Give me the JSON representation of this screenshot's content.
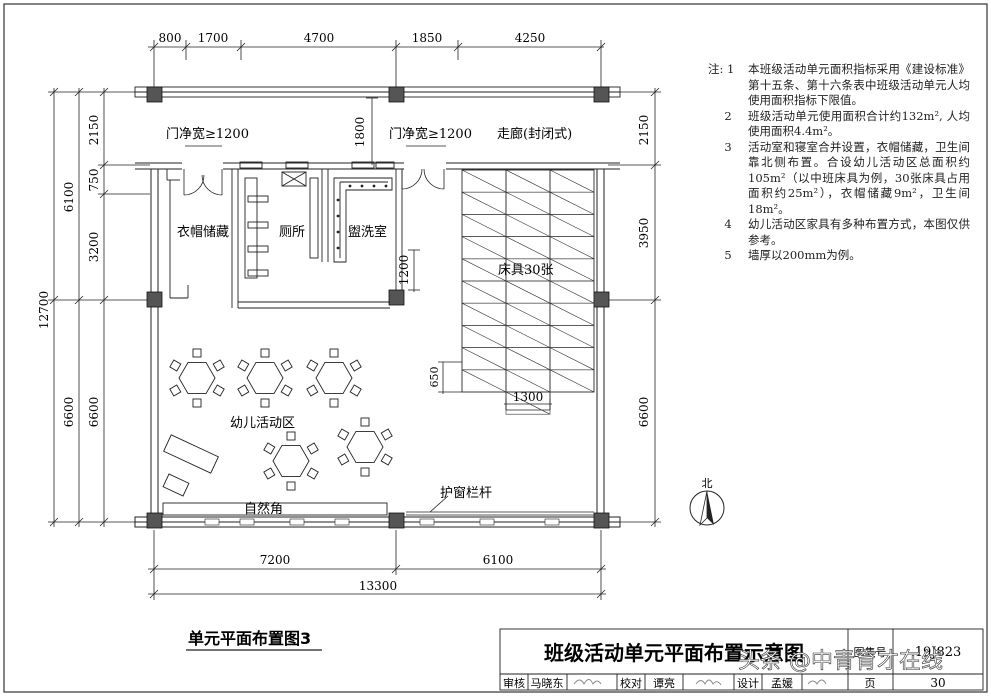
{
  "dimensions_top": [
    "800",
    "1700",
    "4700",
    "1850",
    "4250"
  ],
  "dimensions_bottom": {
    "left": "7200",
    "right": "6100",
    "total": "13300"
  },
  "dimensions_left_outer": {
    "upper": "6100",
    "lower": "6600",
    "total": "12700"
  },
  "dimensions_left_inner": [
    "2150",
    "750",
    "3200",
    "6600"
  ],
  "dimensions_right": [
    "2150",
    "3950",
    "6600"
  ],
  "dimensions_internal": {
    "corridor_gap": "1800",
    "wash_gap": "1200",
    "bed_len": "1300",
    "bed_width": "650"
  },
  "labels": {
    "door_width_left": "门净宽≥1200",
    "door_width_right": "门净宽≥1200",
    "corridor": "走廊(封闭式)",
    "cloakroom": "衣帽储藏",
    "toilet": "厕所",
    "washroom": "盥洗室",
    "beds": "床具30张",
    "activity_area": "幼儿活动区",
    "nature_corner": "自然角",
    "window_rail": "护窗栏杆",
    "north": "北"
  },
  "notes": [
    {
      "num": "注: 1",
      "text": "本班级活动单元面积指标采用《建设标准》第十五条、第十六条表中班级活动单元人均使用面积指标下限值。"
    },
    {
      "num": "2",
      "text": "班级活动单元使用面积合计约132m², 人均使用面积4.4m²。"
    },
    {
      "num": "3",
      "text": "活动室和寝室合并设置，衣帽储藏，卫生间靠北侧布置。合设幼儿活动区总面积约105m²（以中班床具为例，30张床具占用面积约25m²），衣帽储藏9m²，卫生间18m²。"
    },
    {
      "num": "4",
      "text": "幼儿活动区家具有多种布置方式，本图仅供参考。"
    },
    {
      "num": "5",
      "text": "墙厚以200mm为例。"
    }
  ],
  "plan_title": "单元平面布置图3",
  "title_block": {
    "title": "班级活动单元平面布置示意图",
    "atlas_label": "图集号",
    "atlas_no": "19J823",
    "row": [
      "审核",
      "马晓东",
      "校对",
      "谭亮",
      "设计",
      "孟媛",
      "页"
    ],
    "page_no": "30"
  },
  "watermark": "头条 @中青育才在线"
}
